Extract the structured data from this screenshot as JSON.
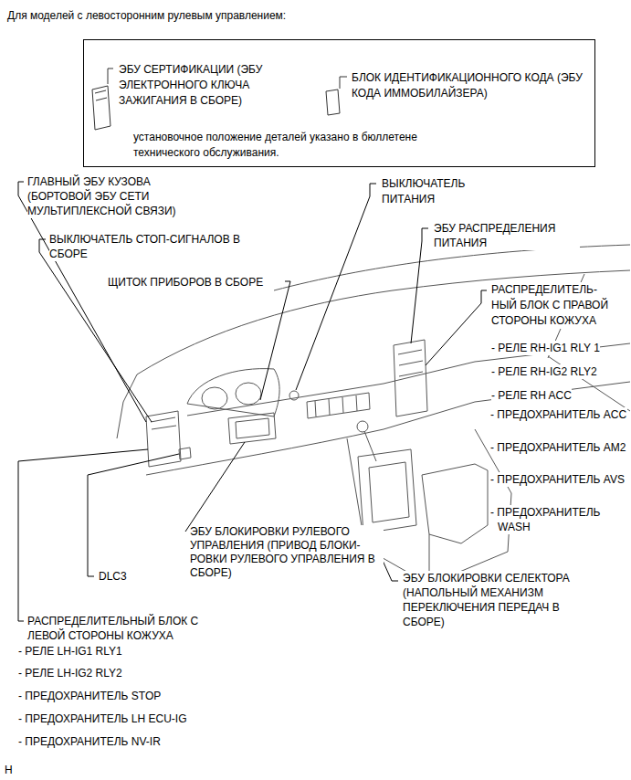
{
  "diagram": {
    "title": "Для моделей с левосторонним рулевым управлением:",
    "nodes": [
      {
        "text": [
          "ЭБУ СЕРТИФИКАЦИИ (ЭБУ ЭЛЕКТРОННОГО КЛЮЧА ЗАЖИГАНИЯ В СБОРЕ)",
          "БЛОК ИДЕНТИФИКАЦИОННОГО КОДА (ЭБУ КОДА ИММОБИЛАЙЗЕРА)",
          "установочное положение деталей указано в бюллетене технического обслуживания."
        ]
      }
    ],
    "labels": [
      "ГЛАВНЫЙ ЭБУ КУЗОВА (БОРТОВОЙ ЭБУ СЕТИ МУЛЬТИПЛЕКСНОЙ СВЯЗИ)",
      "ВЫКЛЮЧАТЕЛЬ СТОП-СИГНАЛОВ В СБОРЕ",
      "ЩИТОК ПРИБОРОВ В СБОРЕ",
      "ВЫКЛЮЧАТЕЛЬ ПИТАНИЯ",
      "ЭБУ РАСПРЕДЕЛЕНИЯ ПИТАНИЯ",
      "РАСПРЕДЕЛИТЕЛЬ- НЫЙ БЛОК С ПРАВОЙ СТОРОНЫ КОЖУХА",
      "- РЕЛЕ RH-IG1 RLY 1",
      "- РЕЛЕ RH-IG2 RLY2",
      "- РЕЛЕ RH ACC",
      "- ПРЕДОХРАНИТЕЛЬ ACC",
      "- ПРЕДОХРАНИТЕЛЬ AM2",
      "- ПРЕДОХРАНИТЕЛЬ AVS",
      "- ПРЕДОХРАНИТЕЛЬ WASH",
      "ЭБУ БЛОКИРОВКИ РУЛЕВОГО УПРАВЛЕНИЯ (ПРИВОД БЛОКИ- РОВКИ РУЛЕВОГО УПРАВЛЕНИЯ В СБОРЕ)",
      "DLC3",
      "ЭБУ БЛОКИРОВКИ СЕЛЕКТОРА (НАПОЛЬНЫЙ МЕХАНИЗМ ПЕРЕКЛЮЧЕНИЯ ПЕРЕДАЧ В СБОРЕ)",
      "РАСПРЕДЕЛИТЕЛЬНЫЙ БЛОК С ЛЕВОЙ СТОРОНЫ КОЖУХА",
      "- РЕЛЕ LH-IG1 RLY1",
      "- РЕЛЕ LH-IG2 RLY2",
      "- ПРЕДОХРАНИТЕЛЬ STOP",
      "- ПРЕДОХРАНИТЕЛЬ LH ECU-IG",
      "- ПРЕДОХРАНИТЕЛЬ NV-IR",
      "H"
    ]
  }
}
